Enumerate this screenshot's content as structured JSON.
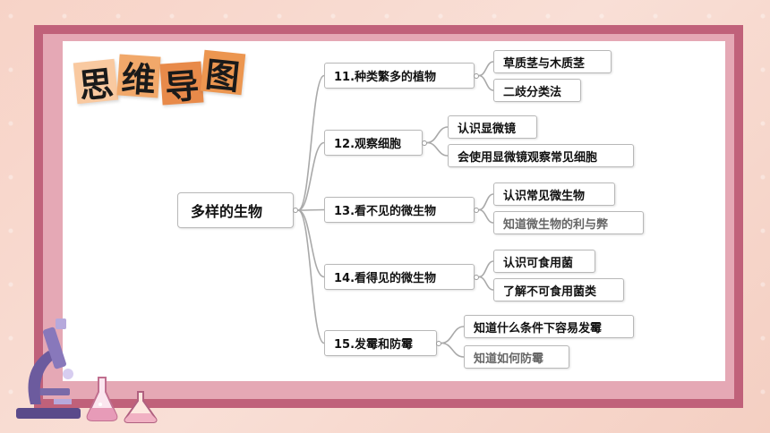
{
  "title": {
    "chars": [
      "思",
      "维",
      "导",
      "图"
    ],
    "colors": [
      "#f9c9a0",
      "#f1a86a",
      "#e88a4a",
      "#ec9650"
    ]
  },
  "root": {
    "label": "多样的生物"
  },
  "branches": [
    {
      "label": "11.种类繁多的植物",
      "children": [
        {
          "label": "草质茎与木质茎",
          "muted": false
        },
        {
          "label": "二歧分类法",
          "muted": false
        }
      ]
    },
    {
      "label": "12.观察细胞",
      "children": [
        {
          "label": "认识显微镜",
          "muted": false
        },
        {
          "label": "会使用显微镜观察常见细胞",
          "muted": false
        }
      ]
    },
    {
      "label": "13.看不见的微生物",
      "children": [
        {
          "label": "认识常见微生物",
          "muted": false
        },
        {
          "label": "知道微生物的利与弊",
          "muted": true
        }
      ]
    },
    {
      "label": "14.看得见的微生物",
      "children": [
        {
          "label": "认识可食用菌",
          "muted": false
        },
        {
          "label": "了解不可食用菌类",
          "muted": false
        }
      ]
    },
    {
      "label": "15.发霉和防霉",
      "children": [
        {
          "label": "知道什么条件下容易发霉",
          "muted": false
        },
        {
          "label": "知道如何防霉",
          "muted": true
        }
      ]
    }
  ],
  "colors": {
    "frame_dark": "#c0617a",
    "frame_light": "#e5a8b5",
    "background": "#f8d7cc",
    "line": "#a9a9a9"
  },
  "decoration_icons": [
    "microscope-icon",
    "flask-icon",
    "flask-icon"
  ]
}
